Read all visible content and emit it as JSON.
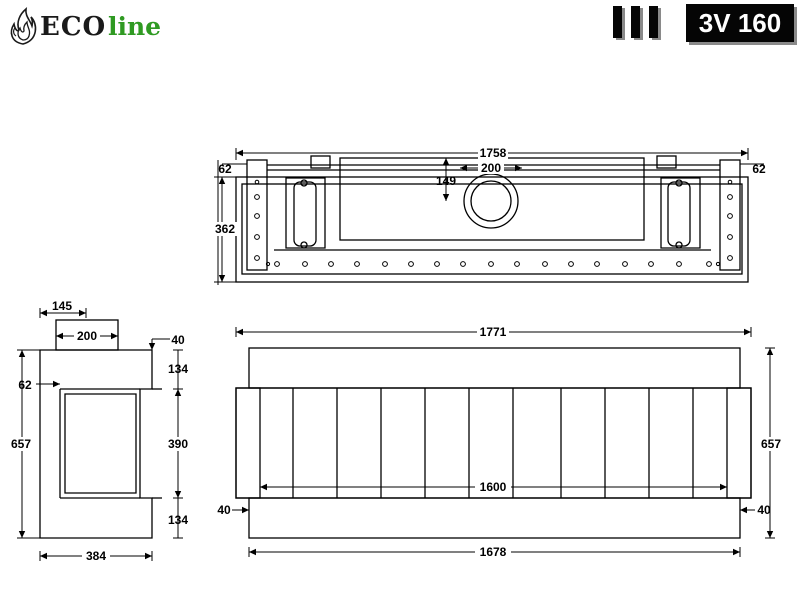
{
  "brand": {
    "logo_eco": "ECO",
    "logo_line": "line",
    "logo_icon": "flame-icon",
    "colors": {
      "eco": "#1a1a1a",
      "line": "#2f9a22"
    }
  },
  "model": {
    "name": "3V 160",
    "badge_bg": "#050505"
  },
  "dimensions": {
    "top_width": "1758",
    "top_left_side": "62",
    "top_right_side": "62",
    "top_outlet_diameter": "200",
    "top_outlet_offset": "149",
    "top_depth": "362",
    "side_outlet_offset": "145",
    "side_outlet_diameter": "200",
    "side_top_offset": "40",
    "side_left_offset": "62",
    "side_height": "657",
    "side_upper": "134",
    "side_opening": "390",
    "side_lower": "134",
    "side_depth": "384",
    "front_top_width": "1771",
    "front_height": "657",
    "front_glass_width": "1600",
    "front_left_margin": "40",
    "front_right_margin": "40",
    "front_bottom_width": "1678"
  }
}
